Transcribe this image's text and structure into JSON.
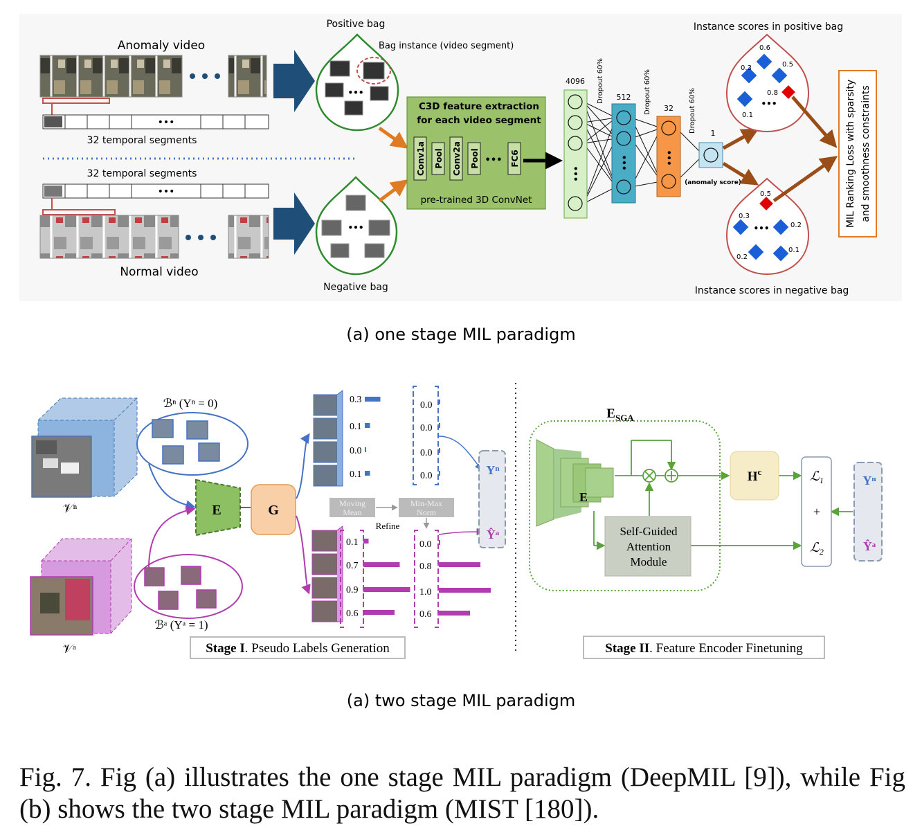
{
  "panel_a": {
    "anomaly_video": "Anomaly video",
    "normal_video": "Normal video",
    "temporal_segments": "32  temporal segments",
    "positive_bag": "Positive bag",
    "negative_bag": "Negative bag",
    "bag_instance": "Bag instance (video segment)",
    "c3d_title_1": "C3D feature extraction",
    "c3d_title_2": "for each video segment",
    "c3d_footer": "pre-trained 3D ConvNet",
    "layers": [
      "Conv1a",
      "Pool",
      "Conv2a",
      "Pool",
      "FC6"
    ],
    "fc_sizes": [
      "4096",
      "512",
      "32",
      "1"
    ],
    "dropout": "Dropout 60%",
    "anomaly_score": "(anomaly score)",
    "pos_scores_title": "Instance scores in positive bag",
    "neg_scores_title": "Instance scores in negative bag",
    "pos_scores": [
      "0.6",
      "0.3",
      "0.5",
      "0.8",
      "0.1"
    ],
    "neg_scores": [
      "0.5",
      "0.3",
      "0.2",
      "0.2",
      "0.1"
    ],
    "loss_1": "MIL Ranking Loss with sparsity",
    "loss_2": "and smoothness constraints",
    "subcaption": "(a) one stage MIL paradigm"
  },
  "panel_b": {
    "bag_n": "ℬⁿ (Yⁿ = 0)",
    "bag_a": "ℬᵃ (Yᵃ = 1)",
    "video_n": "𝒱ⁿ",
    "video_a": "𝒱ᵃ",
    "encoder": "E",
    "generator": "G",
    "normal_scores": [
      "0.3",
      "0.1",
      "0.0",
      "0.1"
    ],
    "normal_labels": [
      "0.0",
      "0.0",
      "0.0",
      "0.0"
    ],
    "abnormal_scores": [
      "0.1",
      "0.7",
      "0.9",
      "0.6"
    ],
    "abnormal_labels": [
      "0.0",
      "0.8",
      "1.0",
      "0.6"
    ],
    "moving_mean_1": "Moving",
    "moving_mean_2": "Mean",
    "minmax_1": "Min-Max",
    "minmax_2": "Norm",
    "refine": "Refine",
    "y_n": "Yⁿ",
    "y_a": "Ŷᵃ",
    "esga": "E",
    "esga_sub": "SGA",
    "sga_1": "Self-Guided",
    "sga_2": "Attention",
    "sga_3": "Module",
    "hc": "H",
    "hc_sup": "c",
    "l1": "ℒ",
    "l1_sub": "1",
    "l2": "ℒ",
    "l2_sub": "2",
    "plus": "+",
    "stage1_bold": "Stage I",
    "stage1_rest": ". Pseudo Labels Generation",
    "stage2_bold": "Stage II",
    "stage2_rest": ". Feature Encoder Finetuning",
    "subcaption": "(a) two stage MIL paradigm"
  },
  "caption": "Fig. 7.  Fig (a) illustrates the one stage MIL paradigm (DeepMIL [9]), while Fig (b) shows the two stage MIL paradigm (MIST [180]).",
  "colors": {
    "navy_arrow": "#1f4e79",
    "orange_arrow": "#e07b24",
    "brown_arrow": "#9a4d16",
    "bag_green": "#2e8b2e",
    "score_red": "#c0504d",
    "c3d_green": "#9bc26b",
    "fc_green": "#d8f0c8",
    "fc_teal": "#4bacc6",
    "fc_orange": "#f79646",
    "fc_blue": "#c5e4f2",
    "diamond_blue": "#1a5ed8",
    "diamond_red": "#e00000",
    "normal_blue": "#4472c4",
    "abnormal_magenta": "#b03cb0",
    "encoder_green": "#8cc063",
    "g_orange": "#f9cfa8"
  }
}
